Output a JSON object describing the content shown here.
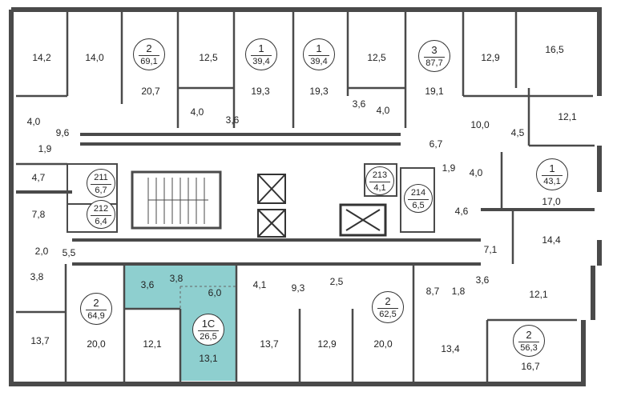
{
  "colors": {
    "wall": "#4a4a4a",
    "highlight": "#8ecfcf",
    "line": "#9a9a9a"
  },
  "rooms": [
    {
      "id": "r1",
      "v": "14,2"
    },
    {
      "id": "r2",
      "v": "14,0"
    },
    {
      "id": "r3",
      "v": "20,7"
    },
    {
      "id": "r4",
      "v": "12,5"
    },
    {
      "id": "r5",
      "v": "4,0"
    },
    {
      "id": "r6",
      "v": "19,3"
    },
    {
      "id": "r7",
      "v": "3,6"
    },
    {
      "id": "r8",
      "v": "19,3"
    },
    {
      "id": "r9",
      "v": "3,6"
    },
    {
      "id": "r10",
      "v": "4,0"
    },
    {
      "id": "r11",
      "v": "12,5"
    },
    {
      "id": "r12",
      "v": "19,1"
    },
    {
      "id": "r13",
      "v": "12,9"
    },
    {
      "id": "r14",
      "v": "16,5"
    },
    {
      "id": "r15",
      "v": "10,0"
    },
    {
      "id": "r16",
      "v": "4,5"
    },
    {
      "id": "r17",
      "v": "12,1"
    },
    {
      "id": "r18",
      "v": "4,0"
    },
    {
      "id": "r19",
      "v": "9,6"
    },
    {
      "id": "r20",
      "v": "1,9"
    },
    {
      "id": "r21",
      "v": "4,7"
    },
    {
      "id": "r22",
      "v": "7,8"
    },
    {
      "id": "r23",
      "v": "6,7"
    },
    {
      "id": "r24",
      "v": "1,9"
    },
    {
      "id": "r25",
      "v": "4,0"
    },
    {
      "id": "r26",
      "v": "17,0"
    },
    {
      "id": "r27",
      "v": "4,6"
    },
    {
      "id": "r28",
      "v": "14,4"
    },
    {
      "id": "r29",
      "v": "7,1"
    },
    {
      "id": "r30",
      "v": "2,0"
    },
    {
      "id": "r31",
      "v": "5,5"
    },
    {
      "id": "r32",
      "v": "3,8"
    },
    {
      "id": "r33",
      "v": "3,6"
    },
    {
      "id": "r34",
      "v": "3,8"
    },
    {
      "id": "r35",
      "v": "6,0"
    },
    {
      "id": "r36",
      "v": "4,1"
    },
    {
      "id": "r37",
      "v": "9,3"
    },
    {
      "id": "r38",
      "v": "2,5"
    },
    {
      "id": "r39",
      "v": "8,7"
    },
    {
      "id": "r40",
      "v": "1,8"
    },
    {
      "id": "r41",
      "v": "3,6"
    },
    {
      "id": "r42",
      "v": "12,1"
    },
    {
      "id": "r43",
      "v": "13,7"
    },
    {
      "id": "r44",
      "v": "20,0"
    },
    {
      "id": "r45",
      "v": "12,1"
    },
    {
      "id": "r46",
      "v": "13,1"
    },
    {
      "id": "r47",
      "v": "13,7"
    },
    {
      "id": "r48",
      "v": "12,9"
    },
    {
      "id": "r49",
      "v": "20,0"
    },
    {
      "id": "r50",
      "v": "13,4"
    },
    {
      "id": "r51",
      "v": "16,7"
    }
  ],
  "units": [
    {
      "id": "u1",
      "n": "2",
      "a": "69,1"
    },
    {
      "id": "u2",
      "n": "1",
      "a": "39,4"
    },
    {
      "id": "u3",
      "n": "1",
      "a": "39,4"
    },
    {
      "id": "u4",
      "n": "3",
      "a": "87,7"
    },
    {
      "id": "u5",
      "n": "211",
      "a": "6,7"
    },
    {
      "id": "u6",
      "n": "212",
      "a": "6,4"
    },
    {
      "id": "u7",
      "n": "213",
      "a": "4,1"
    },
    {
      "id": "u8",
      "n": "214",
      "a": "6,5"
    },
    {
      "id": "u9",
      "n": "1",
      "a": "43,1"
    },
    {
      "id": "u10",
      "n": "2",
      "a": "64,9"
    },
    {
      "id": "u11",
      "n": "1С",
      "a": "26,5"
    },
    {
      "id": "u12",
      "n": "2",
      "a": "62,5"
    },
    {
      "id": "u13",
      "n": "2",
      "a": "56,3"
    }
  ]
}
